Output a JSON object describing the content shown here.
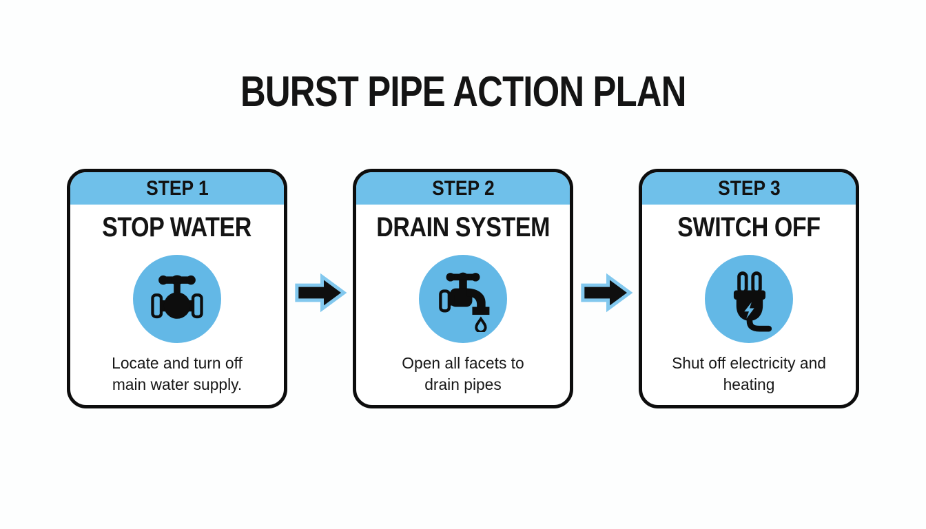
{
  "title": "BURST PIPE ACTION PLAN",
  "colors": {
    "header_blue": "#6fc0ea",
    "circle_blue": "#63b8e6",
    "arrow_outline_blue": "#82c8ee",
    "ink": "#0d0d0d",
    "background": "#fdfefe"
  },
  "steps": [
    {
      "label": "STEP 1",
      "heading": "STOP WATER",
      "icon": "valve-icon",
      "description": "Locate and turn off main water supply."
    },
    {
      "label": "STEP 2",
      "heading": "DRAIN SYSTEM",
      "icon": "faucet-icon",
      "description": "Open all facets to drain pipes"
    },
    {
      "label": "STEP 3",
      "heading": "SWITCH OFF",
      "icon": "plug-icon",
      "description": "Shut off electricity and heating"
    }
  ]
}
